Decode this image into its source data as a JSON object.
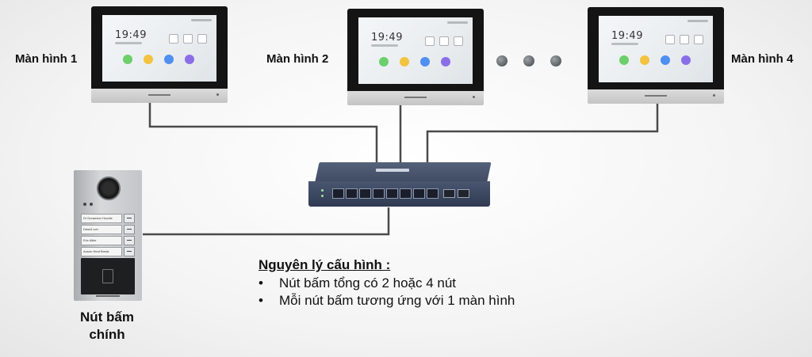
{
  "monitors": [
    {
      "label": "Màn hình 1",
      "time": "19:49"
    },
    {
      "label": "Màn hình 2",
      "time": "19:49"
    },
    {
      "label": "Màn hình 4",
      "time": "19:49"
    }
  ],
  "doorbell": {
    "rows": [
      "Dr Dorandon Hoodie",
      "Deinl4 cch",
      "Eric Alkie",
      "Auson Heuf Break"
    ],
    "label": "Nút bấm\nchính"
  },
  "notes": {
    "title": "Nguyên lý cấu hình :",
    "items": [
      {
        "bullet": "•",
        "text": "Nút bấm tổng có 2 hoặc 4 nút"
      },
      {
        "bullet": "•",
        "text": "Mỗi nút bấm tương ứng với 1 màn hình"
      }
    ]
  },
  "colors": {
    "wire": "#4a4a4a",
    "switch_body": "#3f4a63",
    "app_green": "#6ccf6c",
    "app_yellow": "#f2c340",
    "app_blue": "#4f8ff0",
    "app_purple": "#8a6ee8"
  }
}
